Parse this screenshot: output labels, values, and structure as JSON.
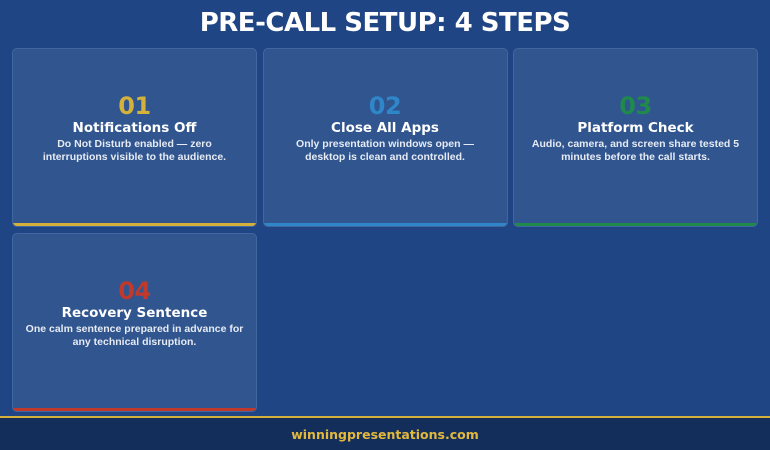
{
  "page": {
    "title": "PRE-CALL SETUP: 4 STEPS"
  },
  "steps": [
    {
      "number": "01",
      "heading": "Notifications Off",
      "description": "Do Not Disturb enabled — zero interruptions visible to the audience.",
      "accent_color": "#d4b13a"
    },
    {
      "number": "02",
      "heading": "Close All Apps",
      "description": "Only presentation windows open — desktop is clean and controlled.",
      "accent_color": "#2f86c9"
    },
    {
      "number": "03",
      "heading": "Platform Check",
      "description": "Audio, camera, and screen share tested 5 minutes before the call starts.",
      "accent_color": "#1f8a4c"
    },
    {
      "number": "04",
      "heading": "Recovery Sentence",
      "description": "One calm sentence prepared in advance for any technical disruption.",
      "accent_color": "#c0392b"
    }
  ],
  "footer": {
    "website": "winningpresentations.com"
  },
  "colors": {
    "background": "#1f4585",
    "card": "#30558f",
    "footer_bg": "#142e5c",
    "footer_text": "#e3b93c"
  }
}
